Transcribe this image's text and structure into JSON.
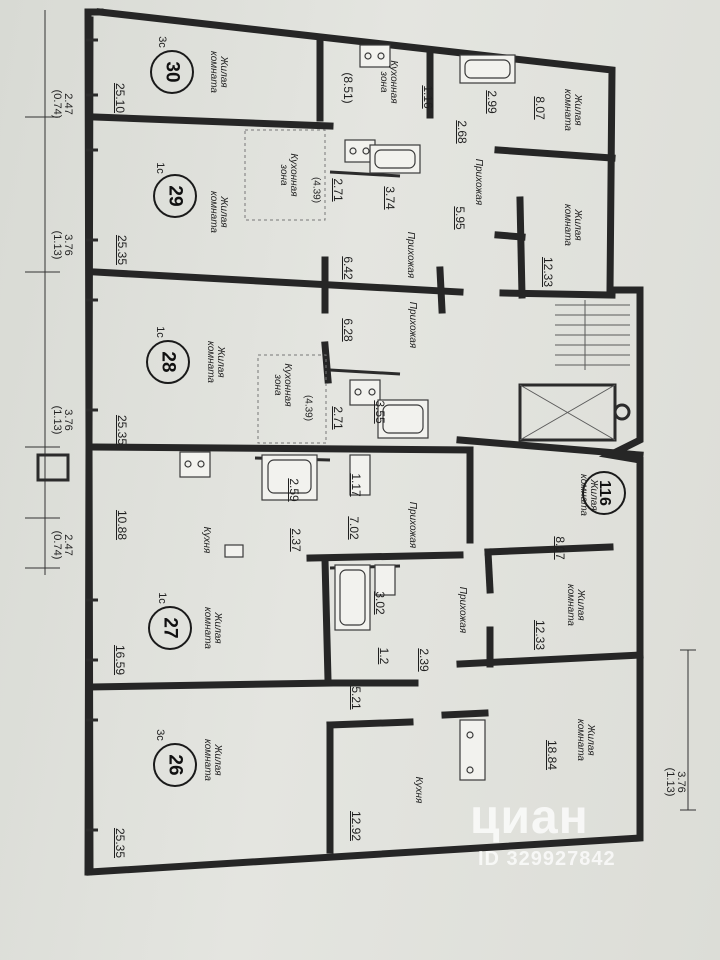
{
  "rooms": [
    {
      "key": "r30",
      "number": "30",
      "prefix": "3с",
      "name": "Жилая комната",
      "area": "25.10"
    },
    {
      "key": "r29",
      "number": "29",
      "prefix": "1с",
      "name": "Жилая комната",
      "area": "25.35"
    },
    {
      "key": "r28",
      "number": "28",
      "prefix": "1с",
      "name": "Жилая комната",
      "area": "25.35"
    },
    {
      "key": "r116",
      "number": "116",
      "name": "Жилая комната",
      "area": "8.07"
    },
    {
      "key": "r27",
      "number": "27",
      "prefix": "1с",
      "name": "Жилая комната",
      "area": "16.59"
    },
    {
      "key": "r26",
      "number": "26",
      "prefix": "3с",
      "name": "Жилая комната",
      "area": "25.35"
    }
  ],
  "labels": {
    "kitchen_zone_30": "Кухонная зона",
    "kitchen_zone_30_area": "(8.51)",
    "kitchen_zone_29": "Кухонная зона",
    "kitchen_zone_29_area": "(4.39)",
    "kitchen_zone_28": "Кухонная зона",
    "kitchen_zone_28_area": "(4.39)",
    "hall_29": "Прихожая",
    "hall_28a": "Прихожая",
    "hall_28b": "Прихожая",
    "hall_27": "Прихожая",
    "hall_26": "Прихожая",
    "kitchen_27": "Кухня",
    "kitchen_26": "Кухня",
    "living_30b": "Жилая комната",
    "living_29b": "Жилая комната",
    "living_27b": "Жилая комната",
    "living_26b": "Жилая комната"
  },
  "areas": {
    "a1_16": "1.16",
    "a2_99": "2.99",
    "a8_07_top": "8.07",
    "a2_68": "2.68",
    "a2_71_top": "2.71",
    "a3_74": "3.74",
    "a5_95": "5.95",
    "a12_33_top": "12.33",
    "a6_42": "6.42",
    "a6_28": "6.28",
    "a3_55": "3.55",
    "a2_71_mid": "2.71",
    "a10_88": "10.88",
    "a2_59": "2.59",
    "a1_17": "1.17",
    "a7_02": "7.02",
    "a2_37": "2.37",
    "a3_02": "3.02",
    "a1_2": "1.2",
    "a2_39": "2.39",
    "a12_33_mid": "12.33",
    "a5_21": "5.21",
    "a12_92": "12.92",
    "a18_84": "18.84"
  },
  "dimensions": {
    "d_top": "2.47",
    "d_top_sub": "(0.74)",
    "d_29": "3.76",
    "d_29_sub": "(1.13)",
    "d_28": "3.76",
    "d_28_sub": "(1.13)",
    "d_mid": "2.47",
    "d_mid_sub": "(0.74)",
    "d_right": "3.76",
    "d_right_sub": "(1.13)"
  },
  "watermark": {
    "brand": "циан",
    "id": "ID 329927842"
  }
}
